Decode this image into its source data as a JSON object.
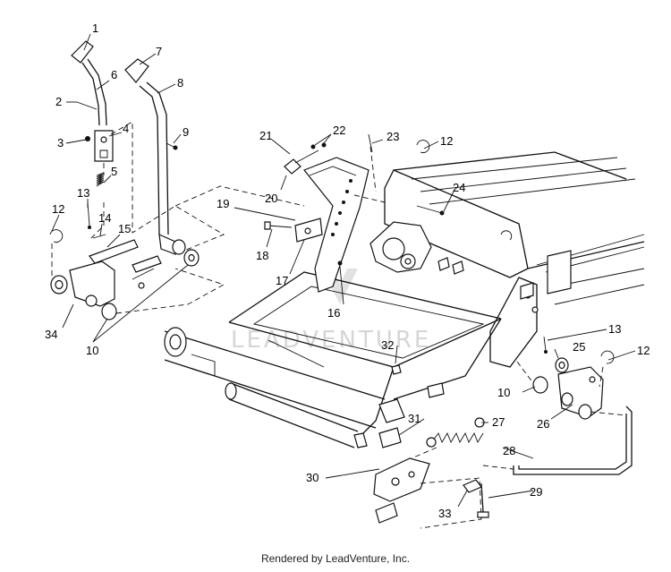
{
  "diagram": {
    "callouts": [
      "1",
      "2",
      "3",
      "4",
      "5",
      "6",
      "7",
      "8",
      "9",
      "10",
      "10",
      "10",
      "12",
      "12",
      "12",
      "13",
      "13",
      "14",
      "15",
      "16",
      "17",
      "18",
      "19",
      "20",
      "21",
      "22",
      "23",
      "24",
      "25",
      "26",
      "27",
      "28",
      "29",
      "30",
      "31",
      "32",
      "33",
      "34"
    ],
    "watermark": "LEADVENTURE"
  },
  "footer": {
    "text": "Rendered by LeadVenture, Inc."
  }
}
